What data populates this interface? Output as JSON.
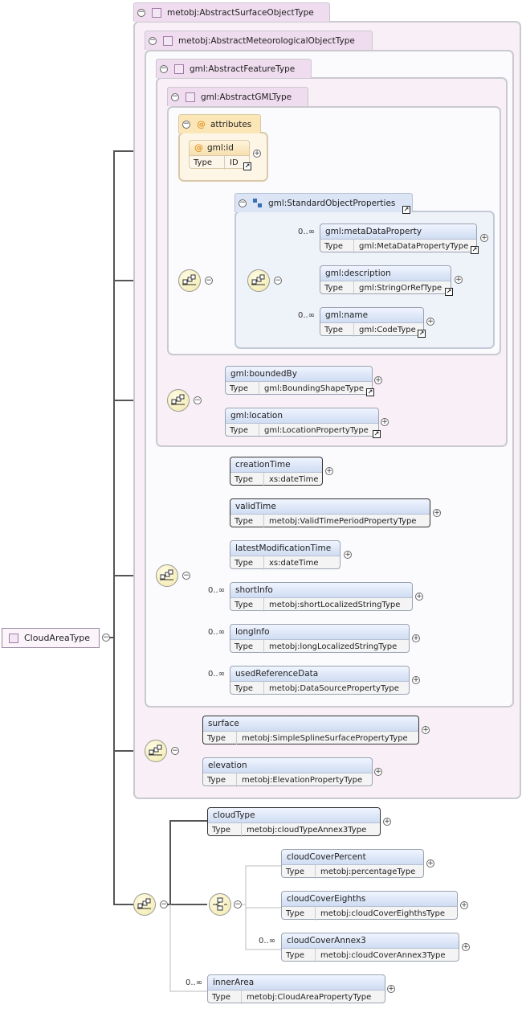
{
  "root": {
    "name": "CloudAreaType"
  },
  "groups": {
    "surface_object": "metobj:AbstractSurfaceObjectType",
    "meteorological_object": "metobj:AbstractMeteorologicalObjectType",
    "feature": "gml:AbstractFeatureType",
    "gml_type": "gml:AbstractGMLType",
    "attributes": "attributes",
    "standard_props": "gml:StandardObjectProperties"
  },
  "type_label": "Type",
  "attribute": {
    "name": "gml:id",
    "type": "ID"
  },
  "elements": {
    "metaDataProperty": {
      "name": "gml:metaDataProperty",
      "type": "gml:MetaDataPropertyType",
      "card": "0..∞"
    },
    "description": {
      "name": "gml:description",
      "type": "gml:StringOrRefType"
    },
    "gmlName": {
      "name": "gml:name",
      "type": "gml:CodeType",
      "card": "0..∞"
    },
    "boundedBy": {
      "name": "gml:boundedBy",
      "type": "gml:BoundingShapeType"
    },
    "location": {
      "name": "gml:location",
      "type": "gml:LocationPropertyType"
    },
    "creationTime": {
      "name": "creationTime",
      "type": "xs:dateTime"
    },
    "validTime": {
      "name": "validTime",
      "type": "metobj:ValidTimePeriodPropertyType"
    },
    "latestModificationTime": {
      "name": "latestModificationTime",
      "type": "xs:dateTime"
    },
    "shortInfo": {
      "name": "shortInfo",
      "type": "metobj:shortLocalizedStringType",
      "card": "0..∞"
    },
    "longInfo": {
      "name": "longInfo",
      "type": "metobj:longLocalizedStringType",
      "card": "0..∞"
    },
    "usedReferenceData": {
      "name": "usedReferenceData",
      "type": "metobj:DataSourcePropertyType",
      "card": "0..∞"
    },
    "surface": {
      "name": "surface",
      "type": "metobj:SimpleSplineSurfacePropertyType"
    },
    "elevation": {
      "name": "elevation",
      "type": "metobj:ElevationPropertyType"
    },
    "cloudType": {
      "name": "cloudType",
      "type": "metobj:cloudTypeAnnex3Type"
    },
    "cloudCoverPercent": {
      "name": "cloudCoverPercent",
      "type": "metobj:percentageType"
    },
    "cloudCoverEighths": {
      "name": "cloudCoverEighths",
      "type": "metobj:cloudCoverEighthsType"
    },
    "cloudCoverAnnex3": {
      "name": "cloudCoverAnnex3",
      "type": "metobj:cloudCoverAnnex3Type",
      "card": "0..∞"
    },
    "innerArea": {
      "name": "innerArea",
      "type": "metobj:CloudAreaPropertyType",
      "card": "0..∞"
    }
  }
}
